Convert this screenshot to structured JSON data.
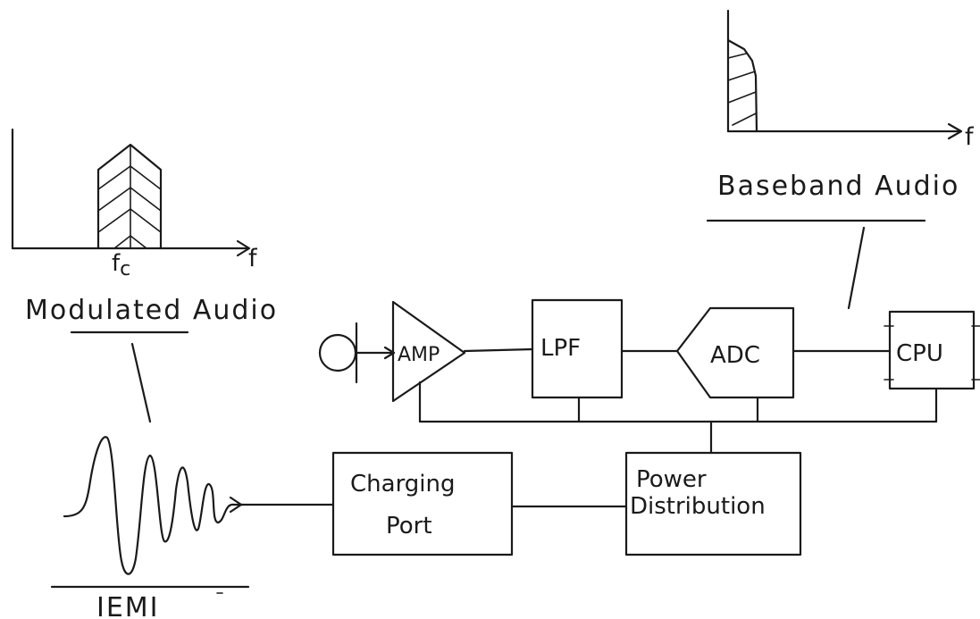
{
  "labels": {
    "baseband_audio": "Baseband Audio",
    "modulated_audio": "Modulated Audio",
    "iemi": "IEMI",
    "fc": "f",
    "fc_sub": "c",
    "f_axis_left": "f",
    "f_axis_right": "f"
  },
  "blocks": {
    "amp": "AMP",
    "lpf": "LPF",
    "adc": "ADC",
    "cpu": "CPU",
    "charging_port_line1": "Charging",
    "charging_port_line2": "Port",
    "power_line1": "Power",
    "power_line2": "Distribution"
  }
}
